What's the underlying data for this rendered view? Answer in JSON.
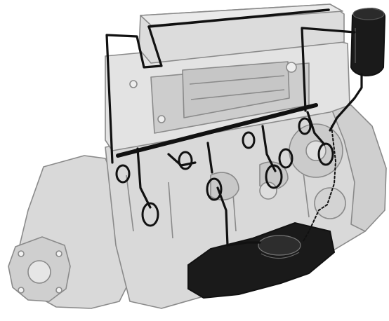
{
  "figure": {
    "subject": "engine-lubrication-system-cutaway",
    "colors": {
      "background": "#ffffff",
      "engine_fill": "#d9d9d9",
      "engine_shade": "#bdbdbd",
      "engine_light": "#ececec",
      "outline": "#8a8a8a",
      "oil_line": "#111111",
      "oil_reservoir": "#1a1a1a"
    },
    "parts": [
      {
        "id": "oil-filter-canister"
      },
      {
        "id": "oil-pan-sump"
      },
      {
        "id": "main-oil-gallery"
      },
      {
        "id": "rocker-shaft-feed"
      },
      {
        "id": "timing-chain"
      },
      {
        "id": "oil-pump-pickup"
      }
    ]
  }
}
